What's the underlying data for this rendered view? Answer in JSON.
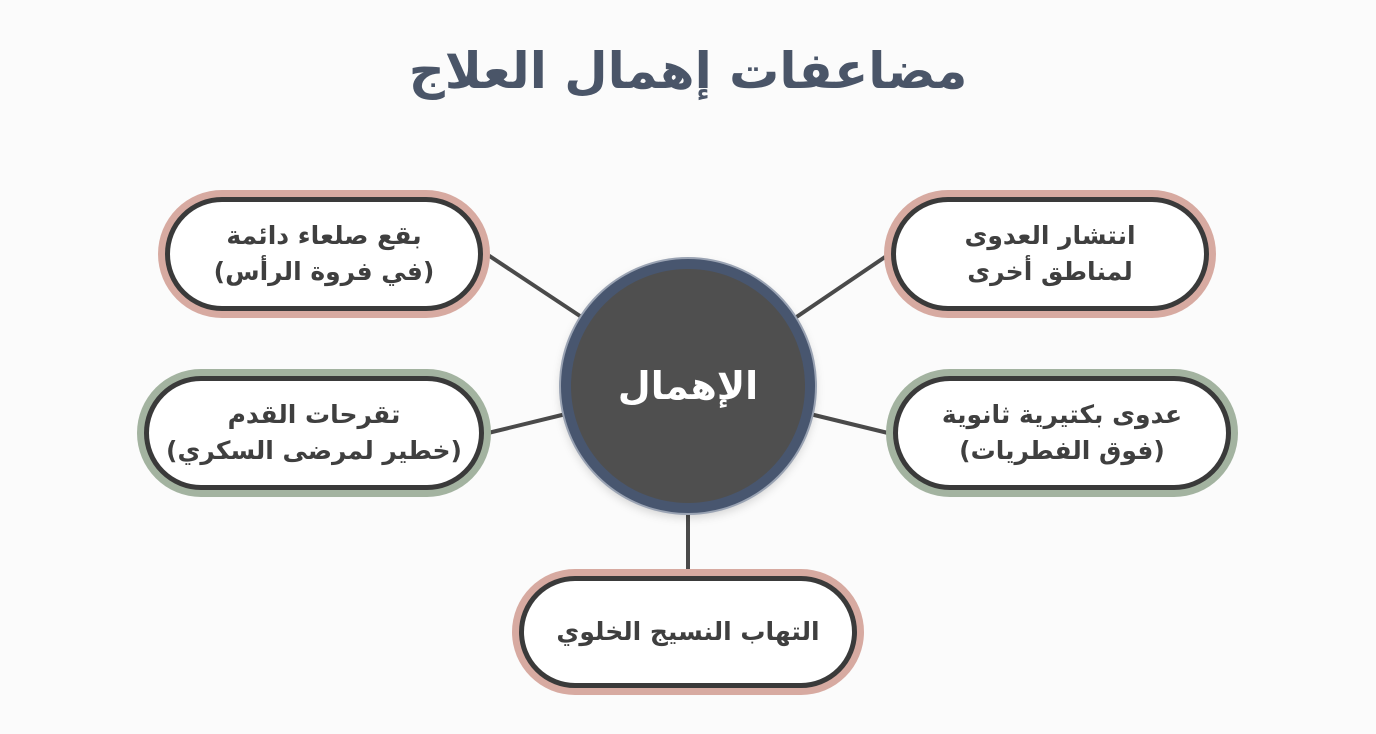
{
  "title": "مضاعفات إهمال العلاج",
  "center": {
    "label": "الإهمال"
  },
  "nodes": {
    "top_left": {
      "line1": "بقع صلعاء دائمة",
      "line2": "(في فروة الرأس)"
    },
    "top_right": {
      "line1": "انتشار العدوى",
      "line2": "لمناطق أخرى"
    },
    "middle_left": {
      "line1": "تقرحات القدم",
      "line2": "(خطير لمرضى السكري)"
    },
    "middle_right": {
      "line1": "عدوى بكتيرية ثانوية",
      "line2": "(فوق الفطريات)"
    },
    "bottom": {
      "line1": "التهاب النسيج الخلوي"
    }
  },
  "colors": {
    "title": "#4a5568",
    "center_fill": "#4f4f4f",
    "center_ring": "#48566f",
    "rose_outline": "#d7aaa1",
    "sage_outline": "#a3b3a0",
    "connector": "#4a4a4a"
  }
}
